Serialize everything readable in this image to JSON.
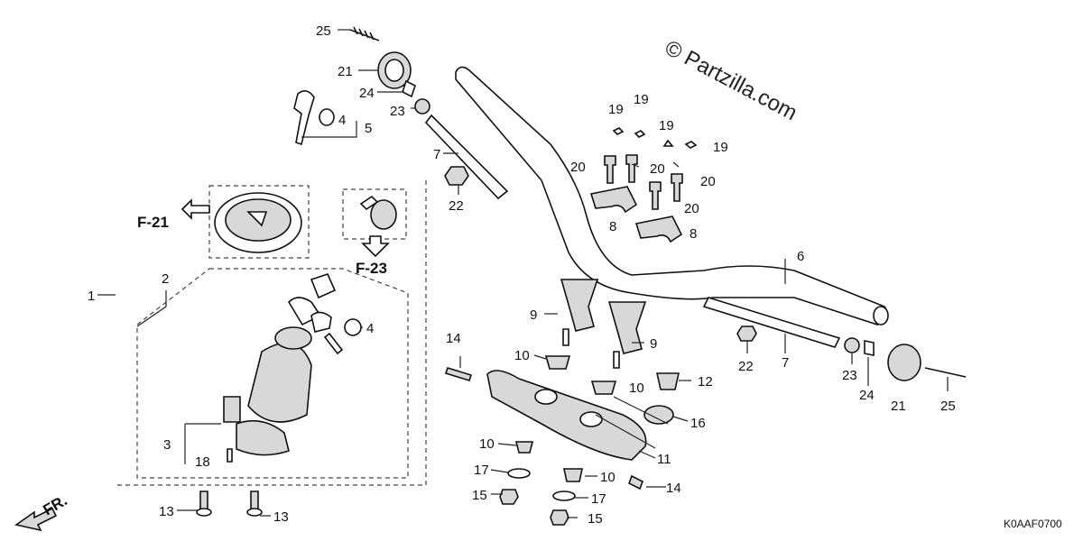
{
  "watermark": "© Partzilla.com",
  "diagram_code": "K0AAF0700",
  "refs": {
    "f21": "F-21",
    "f23": "F-23"
  },
  "front_label": "FR.",
  "callouts": {
    "c25a": "25",
    "c21a": "21",
    "c24a": "24",
    "c23a": "23",
    "c7a": "7",
    "c22a": "22",
    "c4a": "4",
    "c5": "5",
    "c19a": "19",
    "c19b": "19",
    "c19c": "19",
    "c19d": "19",
    "c20a": "20",
    "c20b": "20",
    "c20c": "20",
    "c20d": "20",
    "c8a": "8",
    "c8b": "8",
    "c6": "6",
    "c1": "1",
    "c2": "2",
    "c3": "3",
    "c4b": "4",
    "c18": "18",
    "c13a": "13",
    "c13b": "13",
    "c9a": "9",
    "c9b": "9",
    "c10a": "10",
    "c10b": "10",
    "c10c": "10",
    "c10d": "10",
    "c14a": "14",
    "c14b": "14",
    "c12": "12",
    "c16": "16",
    "c11": "11",
    "c17a": "17",
    "c17b": "17",
    "c15a": "15",
    "c15b": "15",
    "c22b": "22",
    "c7b": "7",
    "c23b": "23",
    "c24b": "24",
    "c21b": "21",
    "c25b": "25"
  }
}
